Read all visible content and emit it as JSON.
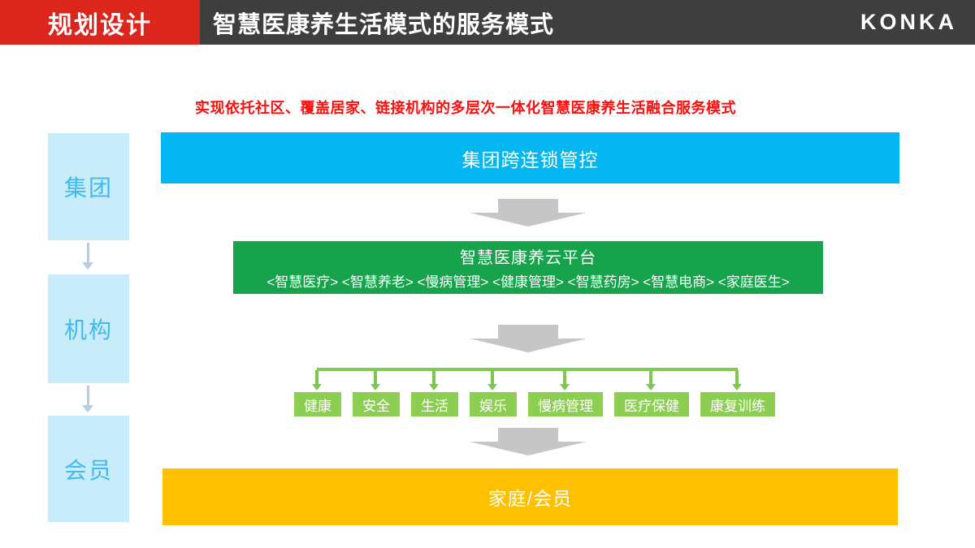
{
  "header": {
    "tab_label": "规划设计",
    "title": "智慧医康养生活模式的服务模式",
    "brand": "KONKA"
  },
  "subtitle": "实现依托社区、覆盖居家、链接机构的多层次一体化智慧医康养生活融合服务模式",
  "sidebar": {
    "items": [
      {
        "label": "集团"
      },
      {
        "label": "机构"
      },
      {
        "label": "会员"
      }
    ]
  },
  "flow": {
    "group_banner": {
      "label": "集团跨连锁管控",
      "color": "#03B6F1"
    },
    "platform_banner": {
      "title": "智慧医康养云平台",
      "modules": "<智慧医疗> <智慧养老> <慢病管理> <健康管理> <智慧药房> <智慧电商> <家庭医生>",
      "color": "#17A34C"
    },
    "services": [
      {
        "label": "健康"
      },
      {
        "label": "安全"
      },
      {
        "label": "生活"
      },
      {
        "label": "娱乐"
      },
      {
        "label": "慢病管理"
      },
      {
        "label": "医疗保健"
      },
      {
        "label": "康复训练"
      }
    ],
    "family_banner": {
      "label": "家庭/会员",
      "color": "#FFC000"
    }
  },
  "colors": {
    "header_tab": "#DA261D",
    "header_bar": "#3E3E3E",
    "subtitle_red": "#FB0F0F",
    "sidebar_box": "#C9ECFB",
    "sidebar_text": "#3FB9F2",
    "service_box": "#8CCE52",
    "connector_green": "#7EC850",
    "arrow_gray": "#C6C6C6"
  }
}
